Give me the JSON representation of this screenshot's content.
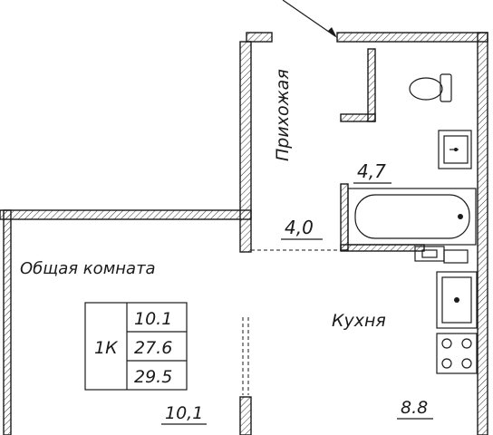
{
  "rooms": {
    "hallway": "Прихожая",
    "living_room": "Общая комната",
    "kitchen": "Кухня"
  },
  "areas": {
    "bathroom": "4,7",
    "hallway": "4,0",
    "living_room": "10,1",
    "kitchen": "8.8"
  },
  "summary": {
    "type": "1К",
    "living_area": "10.1",
    "total_area": "27.6",
    "total_with_balcony": "29.5"
  },
  "fixtures": [
    "toilet",
    "washbasin",
    "bathtub",
    "kitchen-sink",
    "stove"
  ]
}
